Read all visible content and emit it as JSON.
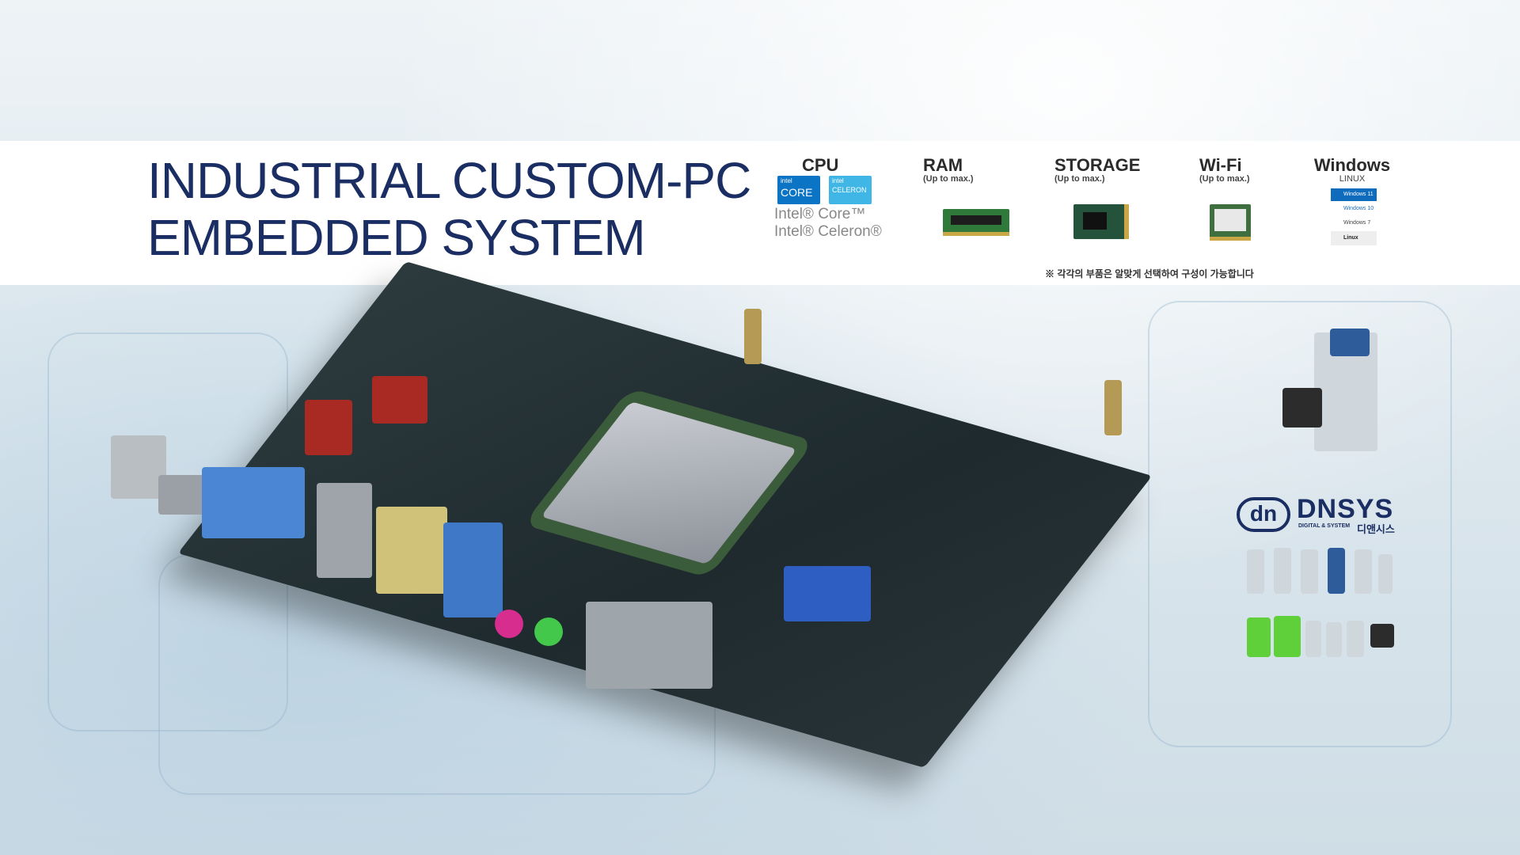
{
  "title": {
    "line1": "INDUSTRIAL CUSTOM-PC",
    "line2": "EMBEDDED SYSTEM"
  },
  "specs": {
    "cpu": {
      "label": "CPU",
      "line1": "Intel® Core™",
      "line2": "Intel® Celeron®",
      "chip1_top": "intel",
      "chip1_main": "CORE",
      "chip2_top": "intel",
      "chip2_main": "CELERON"
    },
    "ram": {
      "label": "RAM",
      "sub": "(Up to max.)"
    },
    "storage": {
      "label": "STORAGE",
      "sub": "(Up to max.)"
    },
    "wifi": {
      "label": "Wi-Fi",
      "sub": "(Up to max.)"
    },
    "os": {
      "label": "Windows",
      "sub": "LINUX",
      "items": [
        "Windows 11",
        "Windows 10",
        "Windows 7",
        "Linux"
      ]
    }
  },
  "note": "※ 각각의 부품은 알맞게 선택하여 구성이 가능합니다",
  "brand": {
    "name": "DNSYS",
    "tagline": "DIGITAL & SYSTEM",
    "korean": "디앤시스",
    "logo_text": "dn"
  },
  "colors": {
    "title": "#1b2e63",
    "brand": "#1b2e63",
    "intel_blue": "#0b74c4"
  }
}
